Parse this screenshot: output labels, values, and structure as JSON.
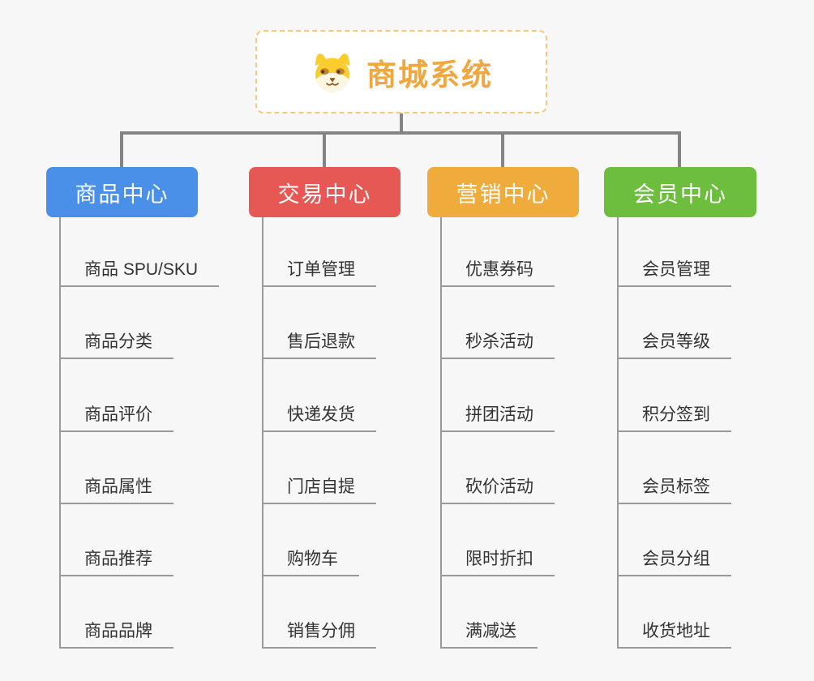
{
  "background_color": "#f7f7f7",
  "connector_color": "#848484",
  "leaf_line_color": "#9a9a9a",
  "leaf_text_color": "#333333",
  "root": {
    "title": "商城系统",
    "icon": "doge-icon",
    "title_color": "#f0a73f",
    "border_color": "#f6c77c"
  },
  "branches": [
    {
      "label": "商品中心",
      "color": "#4a90e8",
      "children": [
        "商品 SPU/SKU",
        "商品分类",
        "商品评价",
        "商品属性",
        "商品推荐",
        "商品品牌"
      ]
    },
    {
      "label": "交易中心",
      "color": "#e55853",
      "children": [
        "订单管理",
        "售后退款",
        "快递发货",
        "门店自提",
        "购物车",
        "销售分佣"
      ]
    },
    {
      "label": "营销中心",
      "color": "#efac3d",
      "children": [
        "优惠券码",
        "秒杀活动",
        "拼团活动",
        "砍价活动",
        "限时折扣",
        "满减送"
      ]
    },
    {
      "label": "会员中心",
      "color": "#6dbe3f",
      "children": [
        "会员管理",
        "会员等级",
        "积分签到",
        "会员标签",
        "会员分组",
        "收货地址"
      ]
    }
  ]
}
